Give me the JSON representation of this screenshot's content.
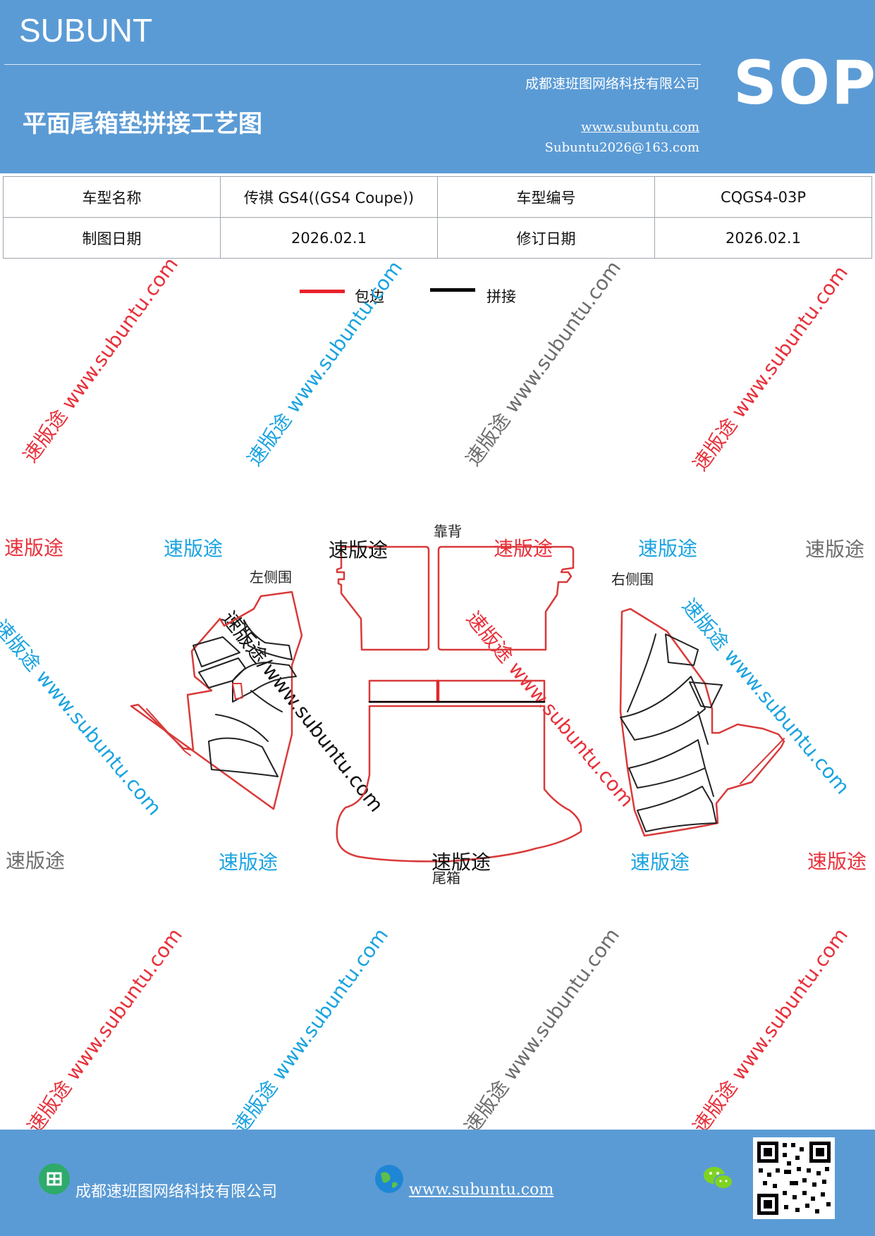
{
  "header": {
    "brand": "SUBUNT",
    "company": "成都速班图网络科技有限公司",
    "title": "平面尾箱垫拼接工艺图",
    "website": "www.subuntu.com",
    "email": "Subuntu2026@163.com",
    "badge": "SOP",
    "background": "#5b9bd5"
  },
  "info_table": {
    "rows": [
      [
        "车型名称",
        "传祺 GS4((GS4  Coupe))",
        "车型编号",
        "CQGS4-03P"
      ],
      [
        "制图日期",
        "2026.02.1",
        "修订日期",
        "2026.02.1"
      ]
    ]
  },
  "legend": {
    "items": [
      {
        "label": "包边",
        "color": "#e8212a"
      },
      {
        "label": "拼接",
        "color": "#000000"
      }
    ]
  },
  "parts": {
    "backrest": "靠背",
    "left_side": "左侧围",
    "right_side": "右侧围",
    "trunk": "尾箱"
  },
  "watermarks": {
    "brand": "速版途",
    "diagonal": "速版途 www.subuntu.com",
    "diagonal_slash": "速版途/www.subuntu.com"
  },
  "footer": {
    "company": "成都速班图网络科技有限公司",
    "website": "www.subuntu.com"
  },
  "colors": {
    "edge": "#e8212a",
    "seam": "#000000",
    "watermark_red": "#e8303a",
    "watermark_blue": "#1aa3e0",
    "watermark_gray": "#6d6d6d"
  }
}
